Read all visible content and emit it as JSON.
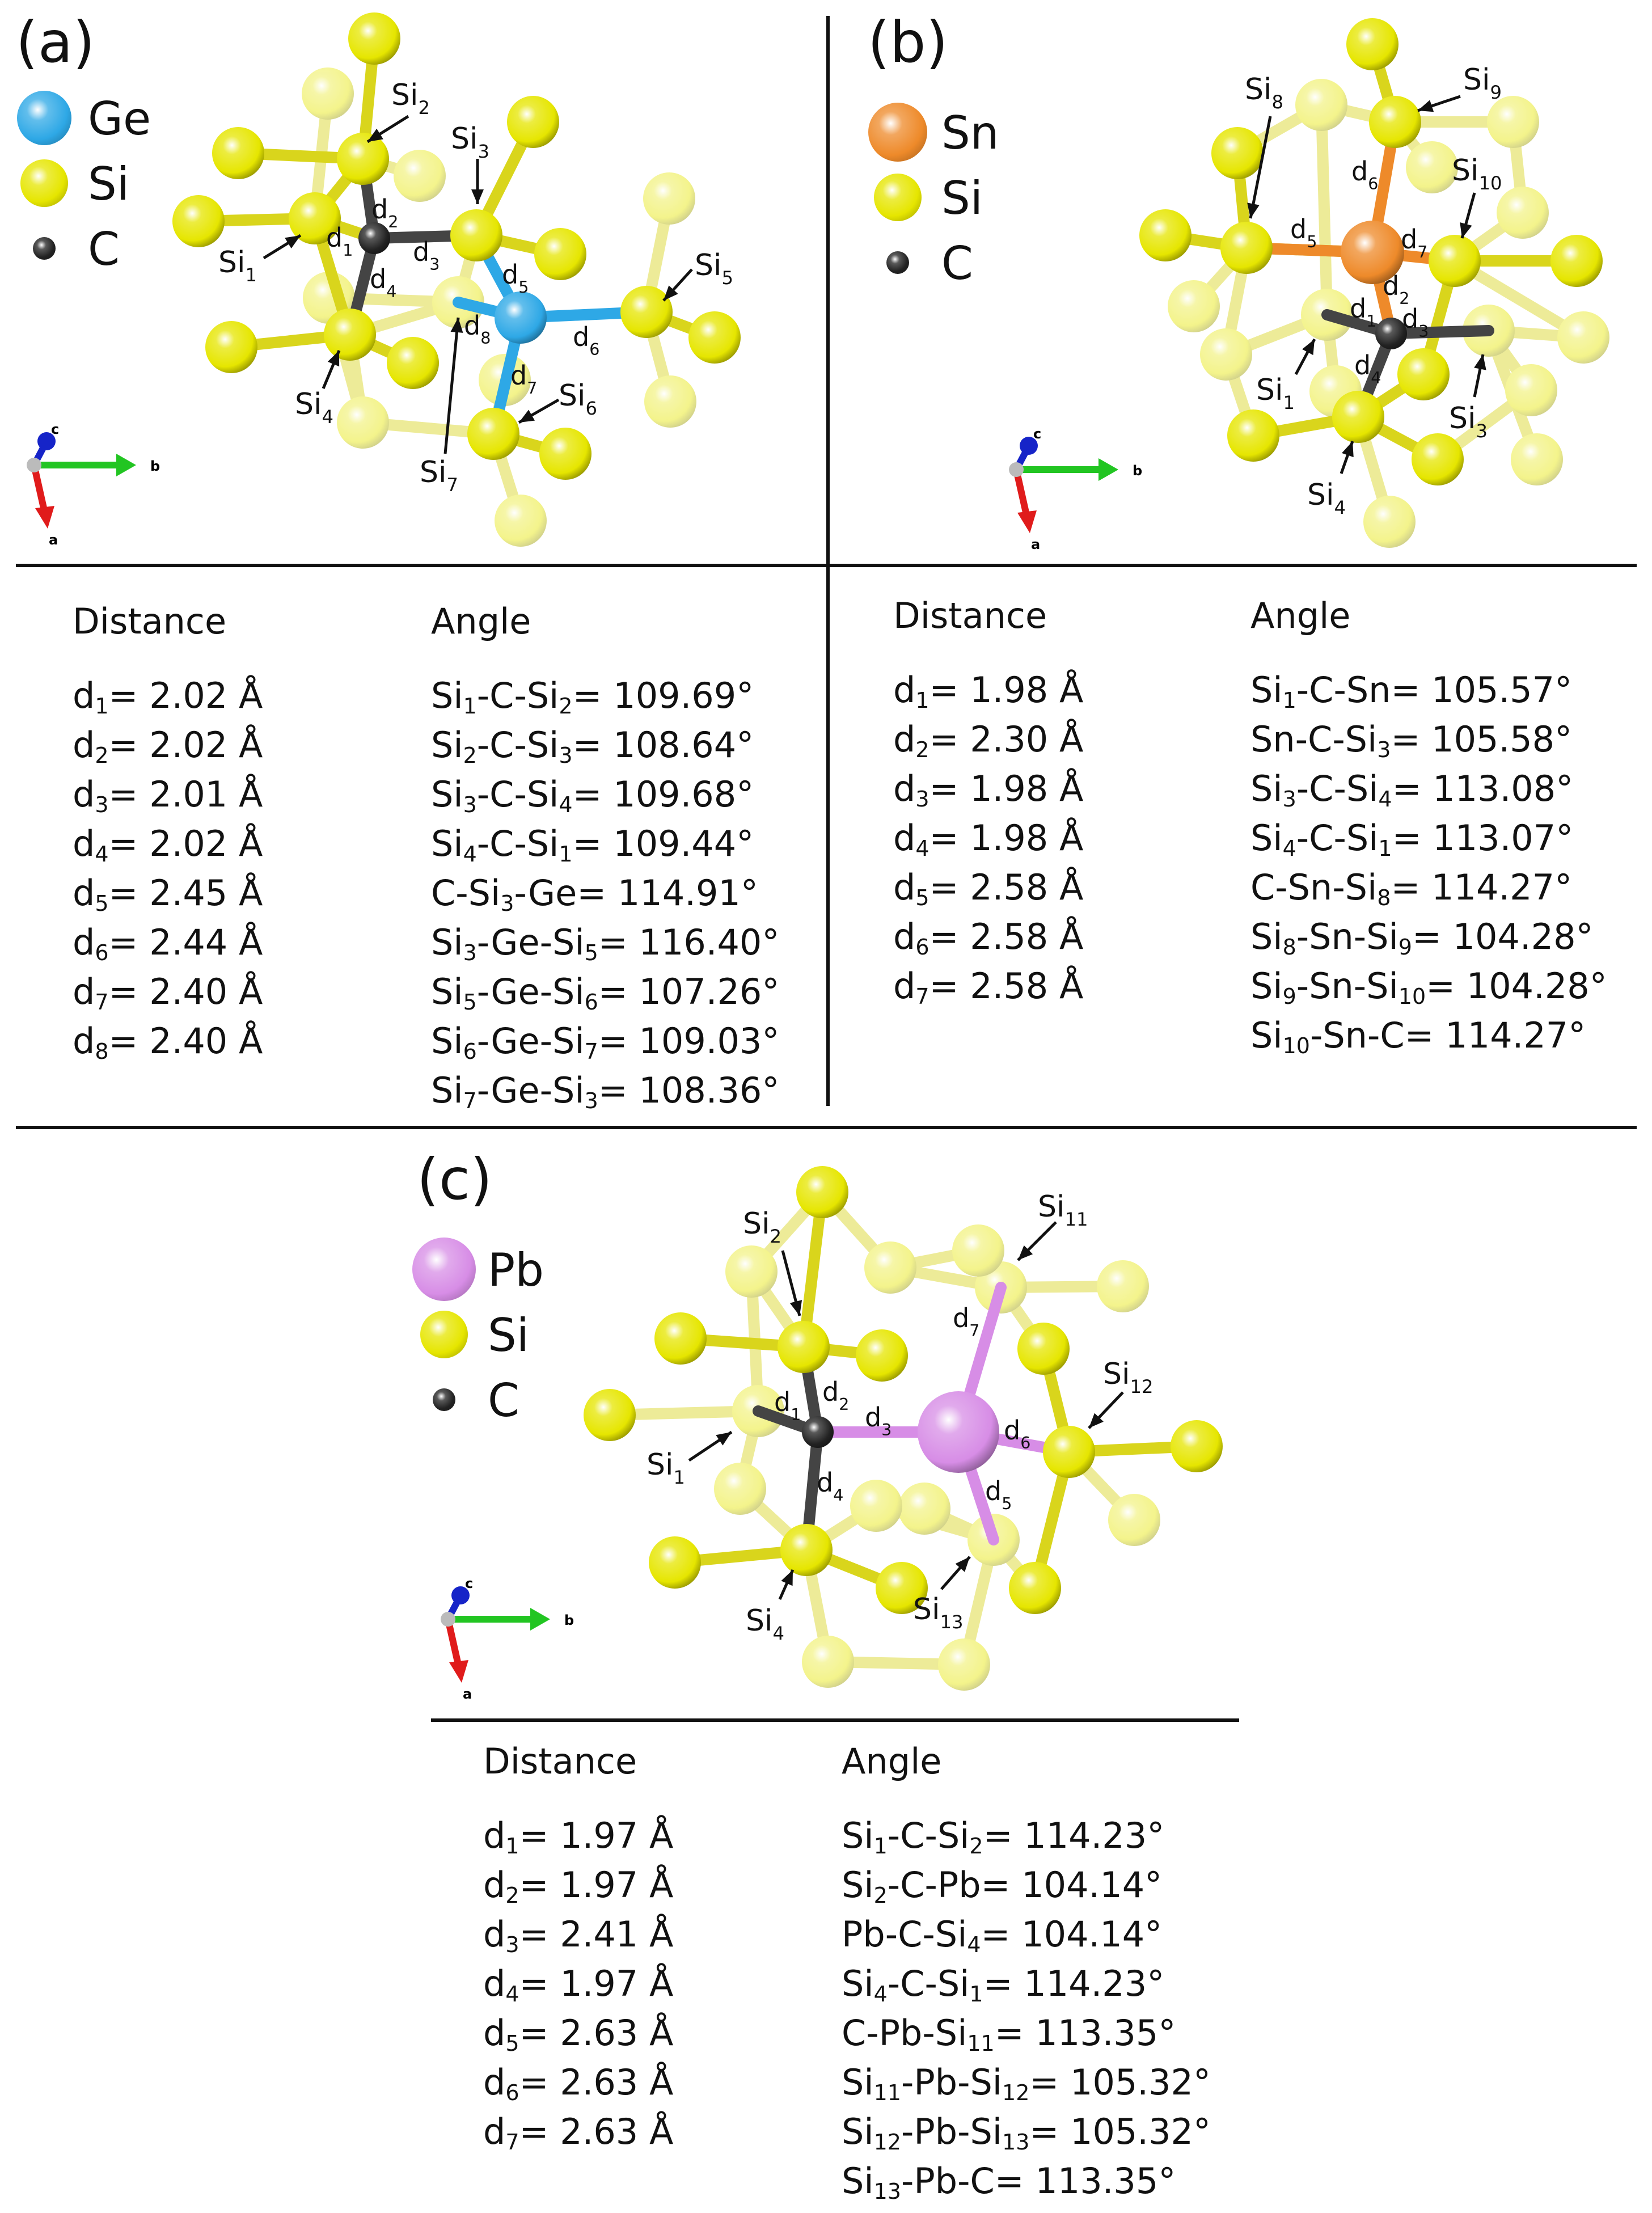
{
  "panels": {
    "a": {
      "letter": "(a)",
      "legend": [
        {
          "label": "Ge",
          "color": "#2ea8e6"
        },
        {
          "label": "Si",
          "color": "#e6e600"
        },
        {
          "label": "C",
          "color": "#222222"
        }
      ],
      "axes": {
        "c": "c",
        "b": "b",
        "a": "a"
      },
      "atom_labels": {
        "si1": [
          "Si",
          "1"
        ],
        "si2": [
          "Si",
          "2"
        ],
        "si3": [
          "Si",
          "3"
        ],
        "si4": [
          "Si",
          "4"
        ],
        "si5": [
          "Si",
          "5"
        ],
        "si6": [
          "Si",
          "6"
        ],
        "si7": [
          "Si",
          "7"
        ]
      },
      "bond_labels": {
        "d1": [
          "d",
          "1"
        ],
        "d2": [
          "d",
          "2"
        ],
        "d3": [
          "d",
          "3"
        ],
        "d4": [
          "d",
          "4"
        ],
        "d5": [
          "d",
          "5"
        ],
        "d6": [
          "d",
          "6"
        ],
        "d7": [
          "d",
          "7"
        ],
        "d8": [
          "d",
          "8"
        ]
      },
      "distance_header": "Distance",
      "angle_header": "Angle",
      "distances": [
        {
          "sym": "d",
          "sub": "1",
          "val": "= 2.02 Å"
        },
        {
          "sym": "d",
          "sub": "2",
          "val": "= 2.02 Å"
        },
        {
          "sym": "d",
          "sub": "3",
          "val": "= 2.01 Å"
        },
        {
          "sym": "d",
          "sub": "4",
          "val": "= 2.02 Å"
        },
        {
          "sym": "d",
          "sub": "5",
          "val": "= 2.45 Å"
        },
        {
          "sym": "d",
          "sub": "6",
          "val": "= 2.44 Å"
        },
        {
          "sym": "d",
          "sub": "7",
          "val": "= 2.40 Å"
        },
        {
          "sym": "d",
          "sub": "8",
          "val": "= 2.40 Å"
        }
      ],
      "angles": [
        [
          [
            "Si",
            "1"
          ],
          [
            "-C-Si",
            ""
          ],
          [
            "",
            "2"
          ],
          [
            "= 109.69°",
            ""
          ]
        ],
        [
          [
            "Si",
            "2"
          ],
          [
            "-C-Si",
            ""
          ],
          [
            "",
            "3"
          ],
          [
            "= 108.64°",
            ""
          ]
        ],
        [
          [
            "Si",
            "3"
          ],
          [
            "-C-Si",
            ""
          ],
          [
            "",
            "4"
          ],
          [
            "= 109.68°",
            ""
          ]
        ],
        [
          [
            "Si",
            "4"
          ],
          [
            "-C-Si",
            ""
          ],
          [
            "",
            "1"
          ],
          [
            "= 109.44°",
            ""
          ]
        ],
        [
          [
            "C-Si",
            ""
          ],
          [
            "",
            "3"
          ],
          [
            "-Ge= 114.91°",
            ""
          ]
        ],
        [
          [
            "Si",
            "3"
          ],
          [
            "-Ge-Si",
            ""
          ],
          [
            "",
            "5"
          ],
          [
            "= 116.40°",
            ""
          ]
        ],
        [
          [
            "Si",
            "5"
          ],
          [
            "-Ge-Si",
            ""
          ],
          [
            "",
            "6"
          ],
          [
            "= 107.26°",
            ""
          ]
        ],
        [
          [
            "Si",
            "6"
          ],
          [
            "-Ge-Si",
            ""
          ],
          [
            "",
            "7"
          ],
          [
            "= 109.03°",
            ""
          ]
        ],
        [
          [
            "Si",
            "7"
          ],
          [
            "-Ge-Si",
            ""
          ],
          [
            "",
            "3"
          ],
          [
            "= 108.36°",
            ""
          ]
        ]
      ]
    },
    "b": {
      "letter": "(b)",
      "legend": [
        {
          "label": "Sn",
          "color": "#ee8a2a"
        },
        {
          "label": "Si",
          "color": "#e6e600"
        },
        {
          "label": "C",
          "color": "#222222"
        }
      ],
      "axes": {
        "c": "c",
        "b": "b",
        "a": "a"
      },
      "atom_labels": {
        "si1": [
          "Si",
          "1"
        ],
        "si3": [
          "Si",
          "3"
        ],
        "si4": [
          "Si",
          "4"
        ],
        "si8": [
          "Si",
          "8"
        ],
        "si9": [
          "Si",
          "9"
        ],
        "si10": [
          "Si",
          "10"
        ]
      },
      "bond_labels": {
        "d1": [
          "d",
          "1"
        ],
        "d2": [
          "d",
          "2"
        ],
        "d3": [
          "d",
          "3"
        ],
        "d4": [
          "d",
          "4"
        ],
        "d5": [
          "d",
          "5"
        ],
        "d6": [
          "d",
          "6"
        ],
        "d7": [
          "d",
          "7"
        ]
      },
      "distance_header": "Distance",
      "angle_header": "Angle",
      "distances": [
        {
          "sym": "d",
          "sub": "1",
          "val": "= 1.98 Å"
        },
        {
          "sym": "d",
          "sub": "2",
          "val": "= 2.30 Å"
        },
        {
          "sym": "d",
          "sub": "3",
          "val": "= 1.98 Å"
        },
        {
          "sym": "d",
          "sub": "4",
          "val": "= 1.98 Å"
        },
        {
          "sym": "d",
          "sub": "5",
          "val": "= 2.58 Å"
        },
        {
          "sym": "d",
          "sub": "6",
          "val": "= 2.58 Å"
        },
        {
          "sym": "d",
          "sub": "7",
          "val": "= 2.58 Å"
        }
      ],
      "angles": [
        [
          [
            "Si",
            "1"
          ],
          [
            "-C-Sn= 105.57°",
            ""
          ]
        ],
        [
          [
            "Sn-C-Si",
            ""
          ],
          [
            "",
            "3"
          ],
          [
            "= 105.58°",
            ""
          ]
        ],
        [
          [
            "Si",
            "3"
          ],
          [
            "-C-Si",
            ""
          ],
          [
            "",
            "4"
          ],
          [
            "= 113.08°",
            ""
          ]
        ],
        [
          [
            "Si",
            "4"
          ],
          [
            "-C-Si",
            ""
          ],
          [
            "",
            "1"
          ],
          [
            "= 113.07°",
            ""
          ]
        ],
        [
          [
            "C-Sn-Si",
            ""
          ],
          [
            "",
            "8"
          ],
          [
            "= 114.27°",
            ""
          ]
        ],
        [
          [
            "Si",
            "8"
          ],
          [
            "-Sn-Si",
            ""
          ],
          [
            "",
            "9"
          ],
          [
            "= 104.28°",
            ""
          ]
        ],
        [
          [
            "Si",
            "9"
          ],
          [
            "-Sn-Si",
            ""
          ],
          [
            "",
            "10"
          ],
          [
            "= 104.28°",
            ""
          ]
        ],
        [
          [
            "Si",
            "10"
          ],
          [
            "-Sn-C= 114.27°",
            ""
          ]
        ]
      ]
    },
    "c": {
      "letter": "(c)",
      "legend": [
        {
          "label": "Pb",
          "color": "#d78de6"
        },
        {
          "label": "Si",
          "color": "#e6e600"
        },
        {
          "label": "C",
          "color": "#222222"
        }
      ],
      "axes": {
        "c": "c",
        "b": "b",
        "a": "a"
      },
      "atom_labels": {
        "si1": [
          "Si",
          "1"
        ],
        "si2": [
          "Si",
          "2"
        ],
        "si4": [
          "Si",
          "4"
        ],
        "si11": [
          "Si",
          "11"
        ],
        "si12": [
          "Si",
          "12"
        ],
        "si13": [
          "Si",
          "13"
        ]
      },
      "bond_labels": {
        "d1": [
          "d",
          "1"
        ],
        "d2": [
          "d",
          "2"
        ],
        "d3": [
          "d",
          "3"
        ],
        "d4": [
          "d",
          "4"
        ],
        "d5": [
          "d",
          "5"
        ],
        "d6": [
          "d",
          "6"
        ],
        "d7": [
          "d",
          "7"
        ]
      },
      "distance_header": "Distance",
      "angle_header": "Angle",
      "distances": [
        {
          "sym": "d",
          "sub": "1",
          "val": "= 1.97 Å"
        },
        {
          "sym": "d",
          "sub": "2",
          "val": "= 1.97 Å"
        },
        {
          "sym": "d",
          "sub": "3",
          "val": "= 2.41 Å"
        },
        {
          "sym": "d",
          "sub": "4",
          "val": "= 1.97 Å"
        },
        {
          "sym": "d",
          "sub": "5",
          "val": "= 2.63 Å"
        },
        {
          "sym": "d",
          "sub": "6",
          "val": "= 2.63 Å"
        },
        {
          "sym": "d",
          "sub": "7",
          "val": "= 2.63 Å"
        }
      ],
      "angles": [
        [
          [
            "Si",
            "1"
          ],
          [
            "-C-Si",
            ""
          ],
          [
            "",
            "2"
          ],
          [
            "= 114.23°",
            ""
          ]
        ],
        [
          [
            "Si",
            "2"
          ],
          [
            "-C-Pb= 104.14°",
            ""
          ]
        ],
        [
          [
            "Pb-C-Si",
            ""
          ],
          [
            "",
            "4"
          ],
          [
            "= 104.14°",
            ""
          ]
        ],
        [
          [
            "Si",
            "4"
          ],
          [
            "-C-Si",
            ""
          ],
          [
            "",
            "1"
          ],
          [
            "= 114.23°",
            ""
          ]
        ],
        [
          [
            "C-Pb-Si",
            ""
          ],
          [
            "",
            "11"
          ],
          [
            "= 113.35°",
            ""
          ]
        ],
        [
          [
            "Si",
            "11"
          ],
          [
            "-Pb-Si",
            ""
          ],
          [
            "",
            "12"
          ],
          [
            "= 105.32°",
            ""
          ]
        ],
        [
          [
            "Si",
            "12"
          ],
          [
            "-Pb-Si",
            ""
          ],
          [
            "",
            "13"
          ],
          [
            "= 105.32°",
            ""
          ]
        ],
        [
          [
            "Si",
            "13"
          ],
          [
            "-Pb-C= 113.35°",
            ""
          ]
        ]
      ]
    }
  }
}
